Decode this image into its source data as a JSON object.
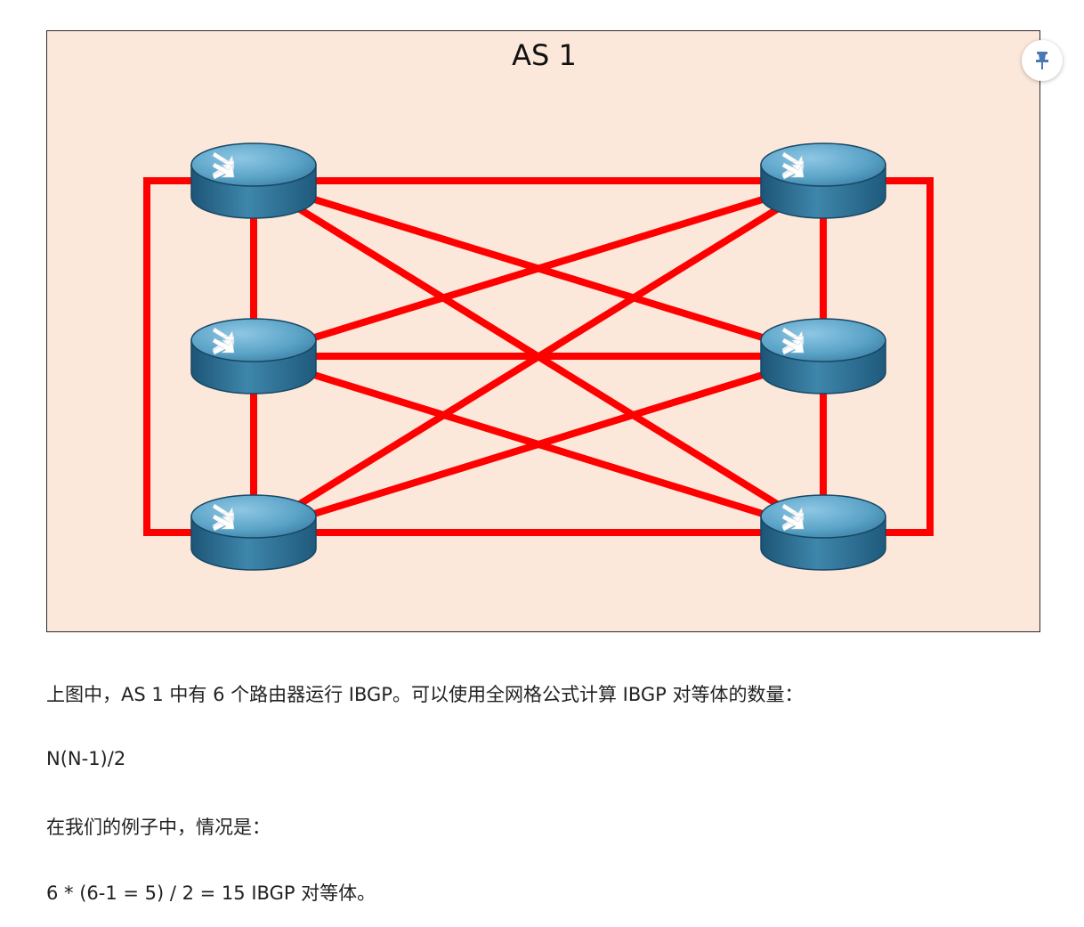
{
  "diagram": {
    "title": "AS 1",
    "link_color": "#ff0000",
    "background_color": "#fce8db",
    "router_icon": "router-icon",
    "routers": [
      "router",
      "router",
      "router",
      "router",
      "router",
      "router"
    ]
  },
  "pin_button": {
    "icon": "pin-icon",
    "color": "#4a78b5"
  },
  "content": {
    "paragraph_1": "上图中，AS 1 中有 6 个路由器运行 IBGP。可以使用全网格公式计算 IBGP 对等体的数量：",
    "formula": "N(N-1)/2",
    "paragraph_2": "在我们的例子中，情况是：",
    "paragraph_3": "6 * (6-1 = 5) / 2 = 15 IBGP 对等体。"
  }
}
